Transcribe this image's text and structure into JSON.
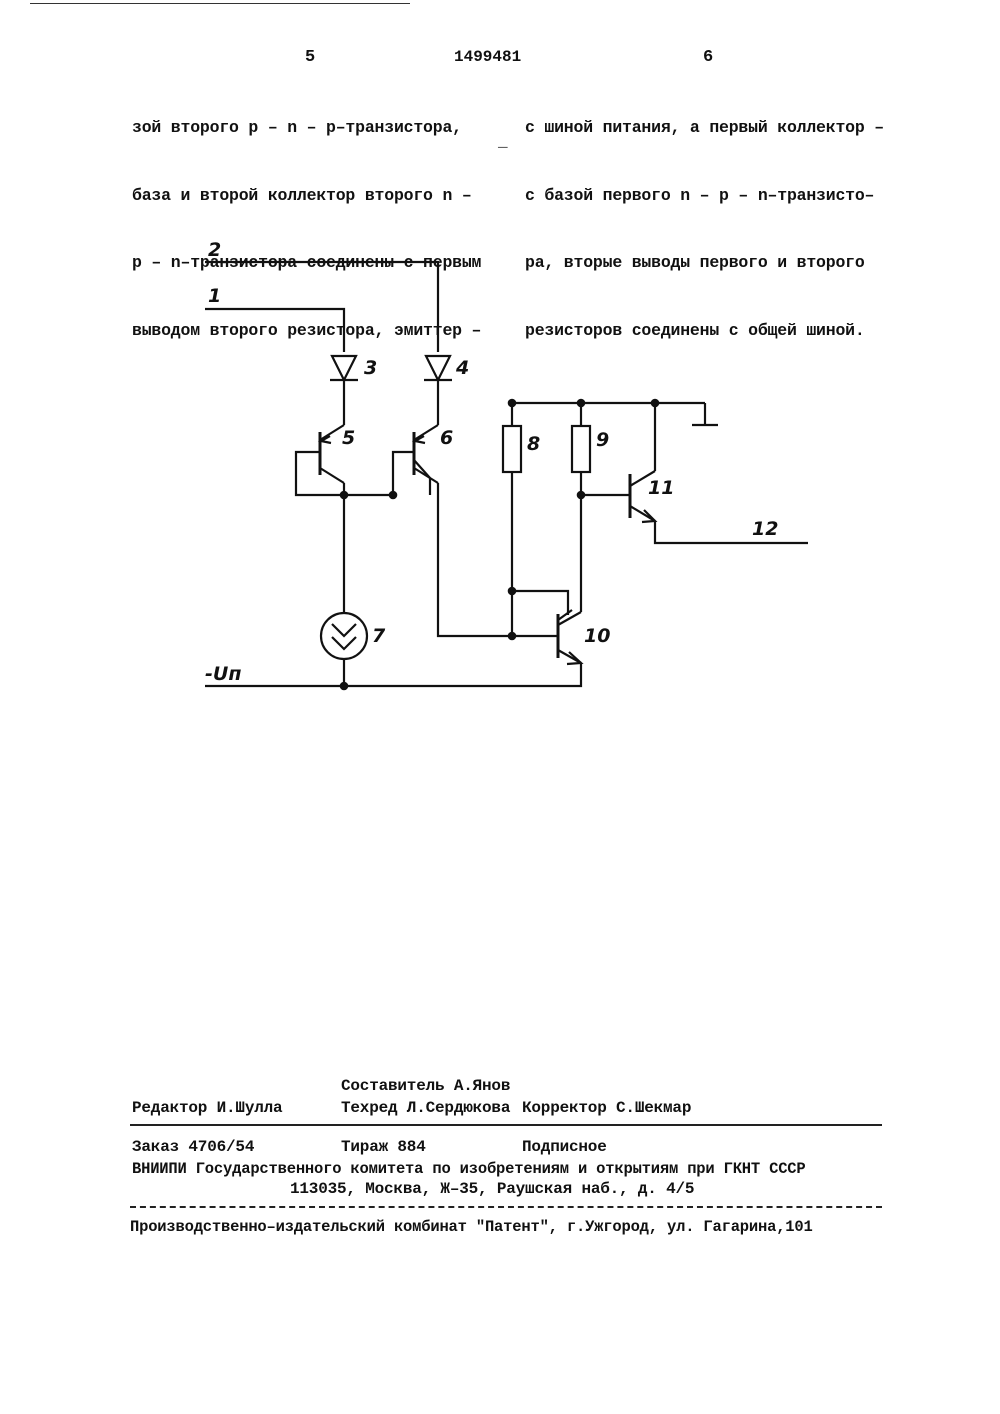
{
  "header": {
    "page_left": "5",
    "patent_number": "1499481",
    "page_right": "6"
  },
  "text": {
    "left_lines": [
      "зой второго р – n – р–транзистора,",
      "база и второй коллектор второго n –",
      "р – n–транзистора соединены с первым",
      "выводом второго резистора, эмиттер –"
    ],
    "right_lines": [
      "с шиной питания, а первый коллектор –",
      "с базой первого n – р – n–транзисто–",
      "ра, вторые выводы первого и второго",
      "резисторов соединены с общей шиной."
    ],
    "margin_mark": "_"
  },
  "schematic": {
    "labels": {
      "input1": "1",
      "input2": "2",
      "diode3": "3",
      "diode4": "4",
      "transistor5": "5",
      "transistor6": "6",
      "current_source7": "7",
      "resistor8": "8",
      "resistor9": "9",
      "transistor10": "10",
      "transistor11": "11",
      "output12": "12",
      "supply": "-Uп"
    }
  },
  "footer": {
    "compiler": "Составитель А.Янов",
    "editor": "Редактор И.Шулла",
    "techred": "Техред Л.Сердюкова",
    "corrector": "Корректор С.Шекмар",
    "order": "Заказ 4706/54",
    "circulation": "Тираж 884",
    "subscription": "Подписное",
    "org_line": "ВНИИПИ Государственного комитета по изобретениям и открытиям при ГКНТ СССР",
    "address_line": "113035, Москва, Ж–35, Раушская наб., д. 4/5",
    "printer_line": "Производственно–издательский комбинат \"Патент\", г.Ужгород, ул. Гагарина,101"
  }
}
